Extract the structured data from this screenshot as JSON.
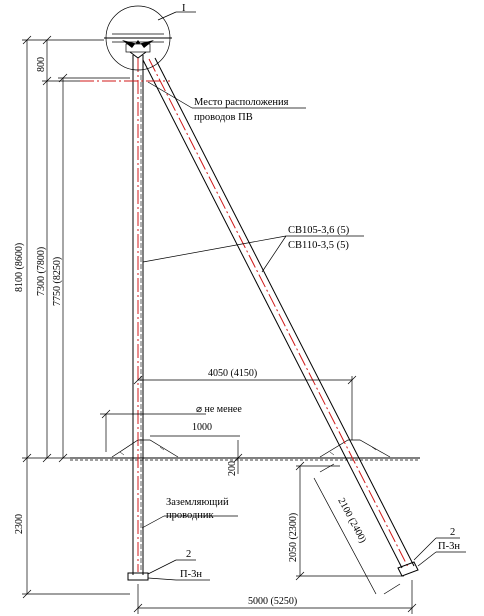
{
  "callout_node": "I",
  "labels": {
    "wire_location_line1": "Место расположения",
    "wire_location_line2": "проводов ПВ",
    "pole_type_line1": "СВ105-3,6 (5)",
    "pole_type_line2": "СВ110-3,5 (5)",
    "ground_conductor_line1": "Заземляющий",
    "ground_conductor_line2": "проводник",
    "not_less": "⌀ не менее",
    "item_2": "2",
    "item_p3n": "П-3н"
  },
  "dimensions": {
    "top_offset": "800",
    "total_height": "8100 (8600)",
    "height_mid": "7300 (7800)",
    "height_inner": "7750 (8250)",
    "strut_spread": "4050 (4150)",
    "mound": "1000",
    "depth_small": "200",
    "burial_depth": "2300",
    "strut_burial": "2050 (2300)",
    "strut_length": "2100 (2400)",
    "base_spread": "5000 (5250)"
  },
  "colors": {
    "line": "#000000",
    "axis": "#d01818"
  }
}
